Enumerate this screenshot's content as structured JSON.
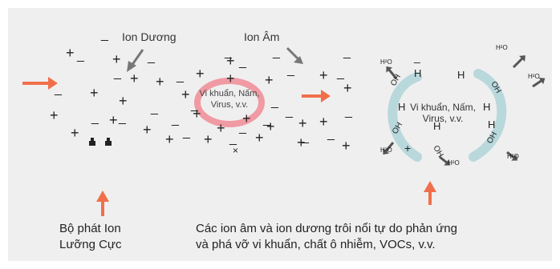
{
  "labels": {
    "positive_ion": "Ion Dương",
    "negative_ion": "Ion Âm",
    "pathogen_left": [
      "Vi khuẩn, Nấm,",
      "Virus, v.v."
    ],
    "pathogen_right": [
      "Vi khuẩn, Nấm,",
      "Virus, v.v."
    ],
    "plus": "+",
    "minus": "_",
    "hydrogen": "H",
    "hydroxyl": "OH",
    "water": "H²O"
  },
  "captions": {
    "generator": [
      "Bộ phát Ion",
      "Lưỡng Cực"
    ],
    "reaction": [
      "Các ion âm và ion dương trôi nổi tự do phản ứng",
      "và phá vỡ vi khuẩn, chất ô nhiễm, VOCs, v.v."
    ]
  },
  "colors": {
    "background": "#efefef",
    "arrow_orange": "#f06f4a",
    "ring_pink": "#f09aa4",
    "arc_teal": "#b9d8dc",
    "arrow_gray": "#777777",
    "text": "#222222"
  }
}
